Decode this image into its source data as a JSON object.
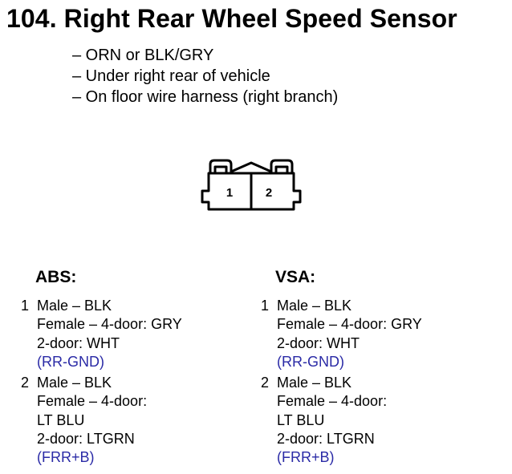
{
  "header": {
    "title": "104. Right Rear Wheel Speed Sensor"
  },
  "info": [
    "– ORN or BLK/GRY",
    "– Under right rear of vehicle",
    "– On floor wire harness (right branch)"
  ],
  "connector": {
    "pins": [
      "1",
      "2"
    ]
  },
  "abs": {
    "title": "ABS:",
    "pins": [
      {
        "num": "1",
        "lines": [
          "Male – BLK",
          "Female – 4-door: GRY",
          "2-door: WHT"
        ],
        "signal": "(RR-GND)"
      },
      {
        "num": "2",
        "lines": [
          "Male – BLK",
          "Female – 4-door:",
          "LT BLU",
          "2-door: LTGRN"
        ],
        "signal": "(FRR+B)"
      }
    ]
  },
  "vsa": {
    "title": "VSA:",
    "pins": [
      {
        "num": "1",
        "lines": [
          "Male – BLK",
          "Female – 4-door: GRY",
          "2-door: WHT"
        ],
        "signal": "(RR-GND)"
      },
      {
        "num": "2",
        "lines": [
          "Male – BLK",
          "Female – 4-door:",
          "LT BLU",
          "2-door: LTGRN"
        ],
        "signal": "(FRR+B)"
      }
    ]
  },
  "colors": {
    "signal": "#2a2aa6",
    "text": "#000000"
  }
}
